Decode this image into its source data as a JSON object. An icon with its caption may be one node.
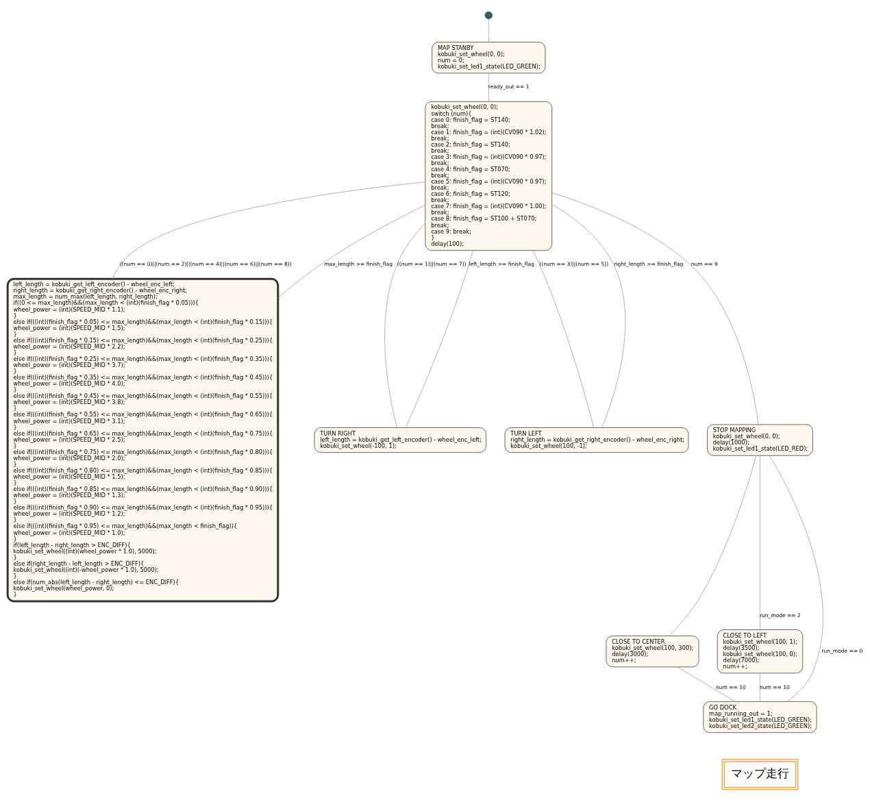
{
  "diagram": {
    "nodes": [
      {
        "text": [],
        "shape": "circle"
      },
      {
        "text": [
          "MAP STANBY",
          "kobuki_set_wheel(0, 0); num = 0; kobuki_set_led1_state(LED_GREEN);"
        ]
      },
      {
        "text": [
          "kobuki_set_wheel(0, 0); switch (num){ case 0: finish_flag = ST140; break; case 1: finish_flag = (int)(CV090 * 1.02); break; case 2: finish_flag = ST140; break; case 3: finish_flag = (int)(CV090 * 0.97); break; case 4: finish_flag = ST070; break; case 5: finish_flag = (int)(CV090 * 0.97); break; case 6: finish_flag = ST120; break; case 7: finish_flag = (int)(CV090 * 1.00); break; case 8: finish_flag = ST100 + ST070; break; case 9: break; } delay(100);"
        ]
      },
      {
        "text": [
          "left_length = kobuki_get_left_encoder() - wheel_enc_left; right_length = kobuki_get_right_encoder() - wheel_enc_right; max_length = num_max(left_length, right_length); if((0 <= max_length)&&(max_length < (int)(finish_flag * 0.05))){ wheel_power = (int)(SPEED_MID * 1.1); } else if(((int)(finish_flag * 0.05) <= max_length)&&(max_length < (int)(finish_flag * 0.15))){ wheel_power = (int)(SPEED_MID * 1.5); } else if(((int)(finish_flag * 0.15) <= max_length)&&(max_length < (int)(finish_flag * 0.25))){ wheel_power = (int)(SPEED_MID * 2.2); } else if(((int)(finish_flag * 0.25) <= max_length)&&(max_length < (int)(finish_flag * 0.35))){ wheel_power = (int)(SPEED_MID * 3.7); } else if(((int)(finish_flag * 0.35) <= max_length)&&(max_length < (int)(finish_flag * 0.45))){ wheel_power = (int)(SPEED_MID * 4.0); } else if(((int)(finish_flag * 0.45) <= max_length)&&(max_length < (int)(finish_flag * 0.55))){ wheel_power = (int)(SPEED_MID * 3.8); } else if(((int)(finish_flag * 0.55) <= max_length)&&(max_length < (int)(finish_flag * 0.65))){ wheel_power = (int)(SPEED_MID * 3.1); } else if(((int)(finish_flag * 0.65) <= max_length)&&(max_length < (int)(finish_flag * 0.75))){ wheel_power = (int)(SPEED_MID * 2.5); } else if(((int)(finish_flag * 0.75) <= max_length)&&(max_length < (int)(finish_flag * 0.80))){ wheel_power = (int)(SPEED_MID * 2.0); } else if(((int)(finish_flag * 0.80) <= max_length)&&(max_length < (int)(finish_flag * 0.85))){ wheel_power = (int)(SPEED_MID * 1.5); } else if(((int)(finish_flag * 0.85) <= max_length)&&(max_length < (int)(finish_flag * 0.90))){ wheel_power = (int)(SPEED_MID * 1.3); } else if(((int)(finish_flag * 0.90) <= max_length)&&(max_length < (int)(finish_flag * 0.95))){ wheel_power = (int)(SPEED_MID * 1.2); } else if(((int)(finish_flag * 0.95) <= max_length)&&(max_length < finish_flag)){ wheel_power = (int)(SPEED_MID * 1.0); } if(left_length - right_length > ENC_DIFF){ kobuki_set_wheel((int)(wheel_power * 1.0), 5000); } else if(right_length - left_length > ENC_DIFF){ kobuki_set_wheel((int)(-wheel_power * 1.0), 5000); } else if(num_abs(left_length - right_length) <= ENC_DIFF){ kobuki_set_wheel(wheel_power, 0); }"
        ]
      },
      {
        "text": [
          "TURN RIGHT",
          "left_length = kobuki_get_left_encoder() - wheel_enc_left; kobuki_set_wheel(-100, 1);"
        ]
      },
      {
        "text": [
          "TURN LEFT",
          "right_length = kobuki_get_right_encoder() - wheel_enc_right; kobuki_set_wheel(100, -1);"
        ]
      },
      {
        "text": [
          "STOP MAPPING",
          "kobuki_set_wheel(0, 0); delay(1000); kobuki_set_led1_state(LED_RED);"
        ]
      },
      {
        "text": [
          "CLOSE TO CENTER",
          "kobuki_set_wheel(100, 300); delay(3000); num++;"
        ]
      },
      {
        "text": [
          "CLOSE TO LEFT",
          "kobuki_set_wheel(100, 1); delay(3500); kobuki_set_wheel(100, 0); delay(7000); num++;"
        ]
      },
      {
        "text": [
          "GO DOCK",
          "map_running_out = 1; kobuki_set_led1_state(LED_GREEN); kobuki_set_led2_state(LED_GREEN);"
        ]
      }
    ],
    "edges": [
      {
        "from": 0,
        "to": 1,
        "arrow": "none"
      },
      {
        "from": 1,
        "to": 2,
        "arrow": "none",
        "label": "ready_out == 1"
      },
      {
        "from": 2,
        "to": 3,
        "arrow": "none",
        "label": "((num == 0)||(num == 2)||(num == 4)||(num == 6)||(num == 8))"
      },
      {
        "from": 3,
        "to": 2,
        "arrow": "none",
        "label": "max_length >= finish_flag"
      },
      {
        "from": 2,
        "to": 4,
        "arrow": "none",
        "label": "((num == 1)||(num == 7))"
      },
      {
        "from": 2,
        "to": 5,
        "arrow": "none",
        "label": "((num == 3)||(num == 5))"
      },
      {
        "from": 4,
        "to": 2,
        "arrow": "none",
        "label": "left_length >= finish_flag"
      },
      {
        "from": 5,
        "to": 2,
        "arrow": "none",
        "label": "right_length >= finish_flag"
      },
      {
        "from": 2,
        "to": 6,
        "arrow": "none",
        "label": "num == 9"
      },
      {
        "from": 6,
        "to": 9,
        "arrow": "none",
        "label": "run_mode == 0"
      },
      {
        "from": 6,
        "to": 7,
        "arrow": "none"
      },
      {
        "from": 6,
        "to": 8,
        "arrow": "none",
        "label": "run_mode == 2"
      },
      {
        "from": 7,
        "to": 9,
        "arrow": "none",
        "label": "num == 10"
      },
      {
        "from": 8,
        "to": 9,
        "arrow": "none",
        "label": "num == 10"
      }
    ],
    "labels": [
      "マップ走行"
    ]
  }
}
